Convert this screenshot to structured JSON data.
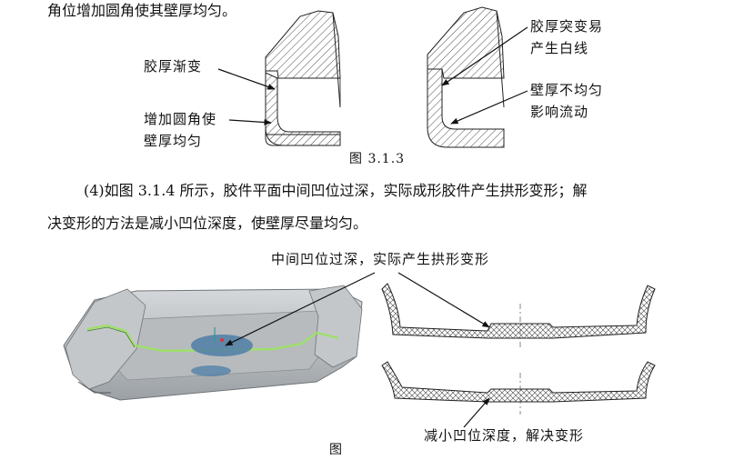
{
  "text": {
    "line_top": "角位增加圆角使其壁厚均匀。",
    "label_gradual": "胶厚渐变",
    "label_round_1": "增加圆角使",
    "label_round_2": "壁厚均匀",
    "label_sudden_1": "胶厚突变易",
    "label_sudden_2": "产生白线",
    "label_uneven_1": "壁厚不均匀",
    "label_uneven_2": "影响流动",
    "caption_313": "图 3.1.3",
    "para_line1": "(4)如图 3.1.4 所示，胶件平面中间凹位过深，实际成形胶件产生拱形变形；解",
    "para_line2": "决变形的方法是减小凹位深度，使壁厚尽量均匀。",
    "label_deep": "中间凹位过深，实际产生拱形变形",
    "label_reduce": "减小凹位深度，解决变形",
    "caption_bottom": "图"
  },
  "colors": {
    "line": "#222222",
    "part_face": "#b8bcbf",
    "part_dark": "#7d8286",
    "highlight_line": "#9ee06a",
    "dimple": "#4f7ea6"
  }
}
